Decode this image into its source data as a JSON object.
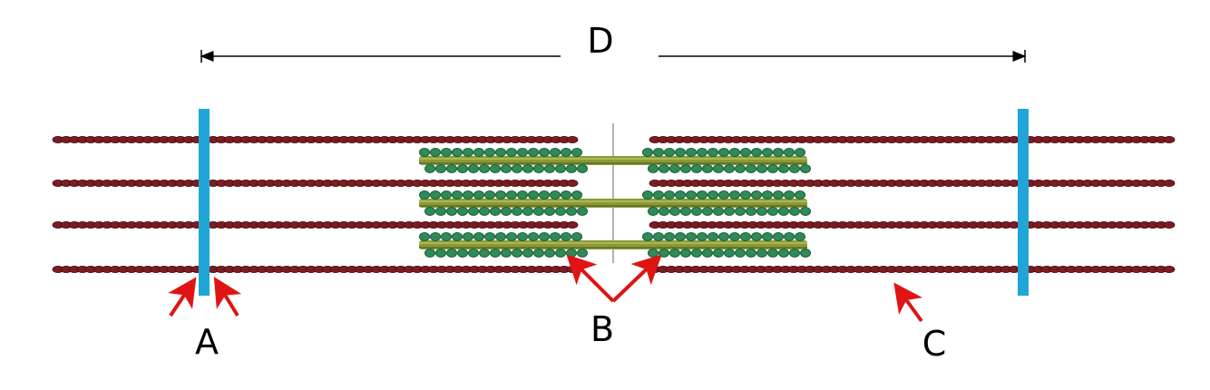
{
  "labels": {
    "a": "A",
    "b": "B",
    "c": "C",
    "d": "D"
  },
  "colors": {
    "background": "#ffffff",
    "z_line": "#1fa6d6",
    "thin_filament": "#7a1c22",
    "thin_filament_dark": "#4a0d12",
    "thick_core": "#8a9a3a",
    "myosin_head": "#2e8b57",
    "myosin_head_dark": "#1e5e3a",
    "arrow": "#e01414",
    "dimension_line": "#000000"
  }
}
